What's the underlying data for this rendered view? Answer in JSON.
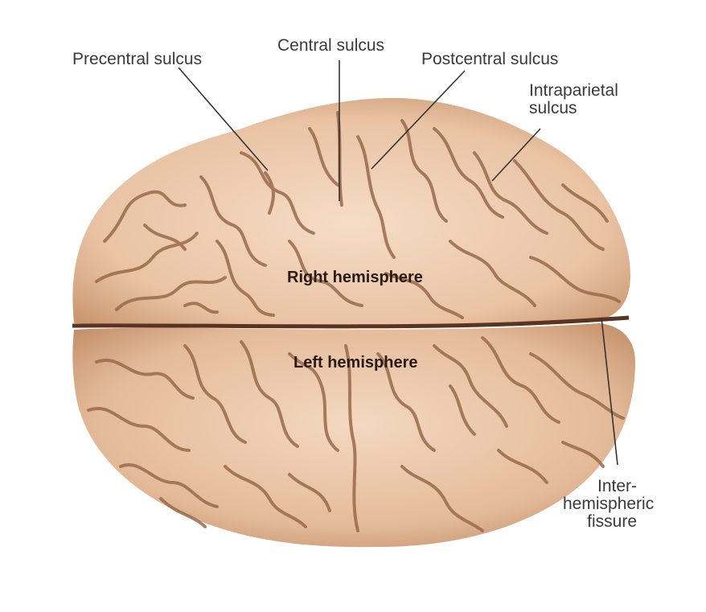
{
  "labels": {
    "precentral": "Precentral sulcus",
    "central": "Central sulcus",
    "postcentral": "Postcentral sulcus",
    "intraparietal": "Intraparietal\nsulcus",
    "right_hemisphere": "Right hemisphere",
    "left_hemisphere": "Left hemisphere",
    "fissure": "Inter-\nhemispheric\nfissure"
  },
  "colors": {
    "tissue_light": "#f3d6bd",
    "tissue_mid": "#dcb08f",
    "sulcus": "#8a5a40",
    "leader": "#333333"
  }
}
